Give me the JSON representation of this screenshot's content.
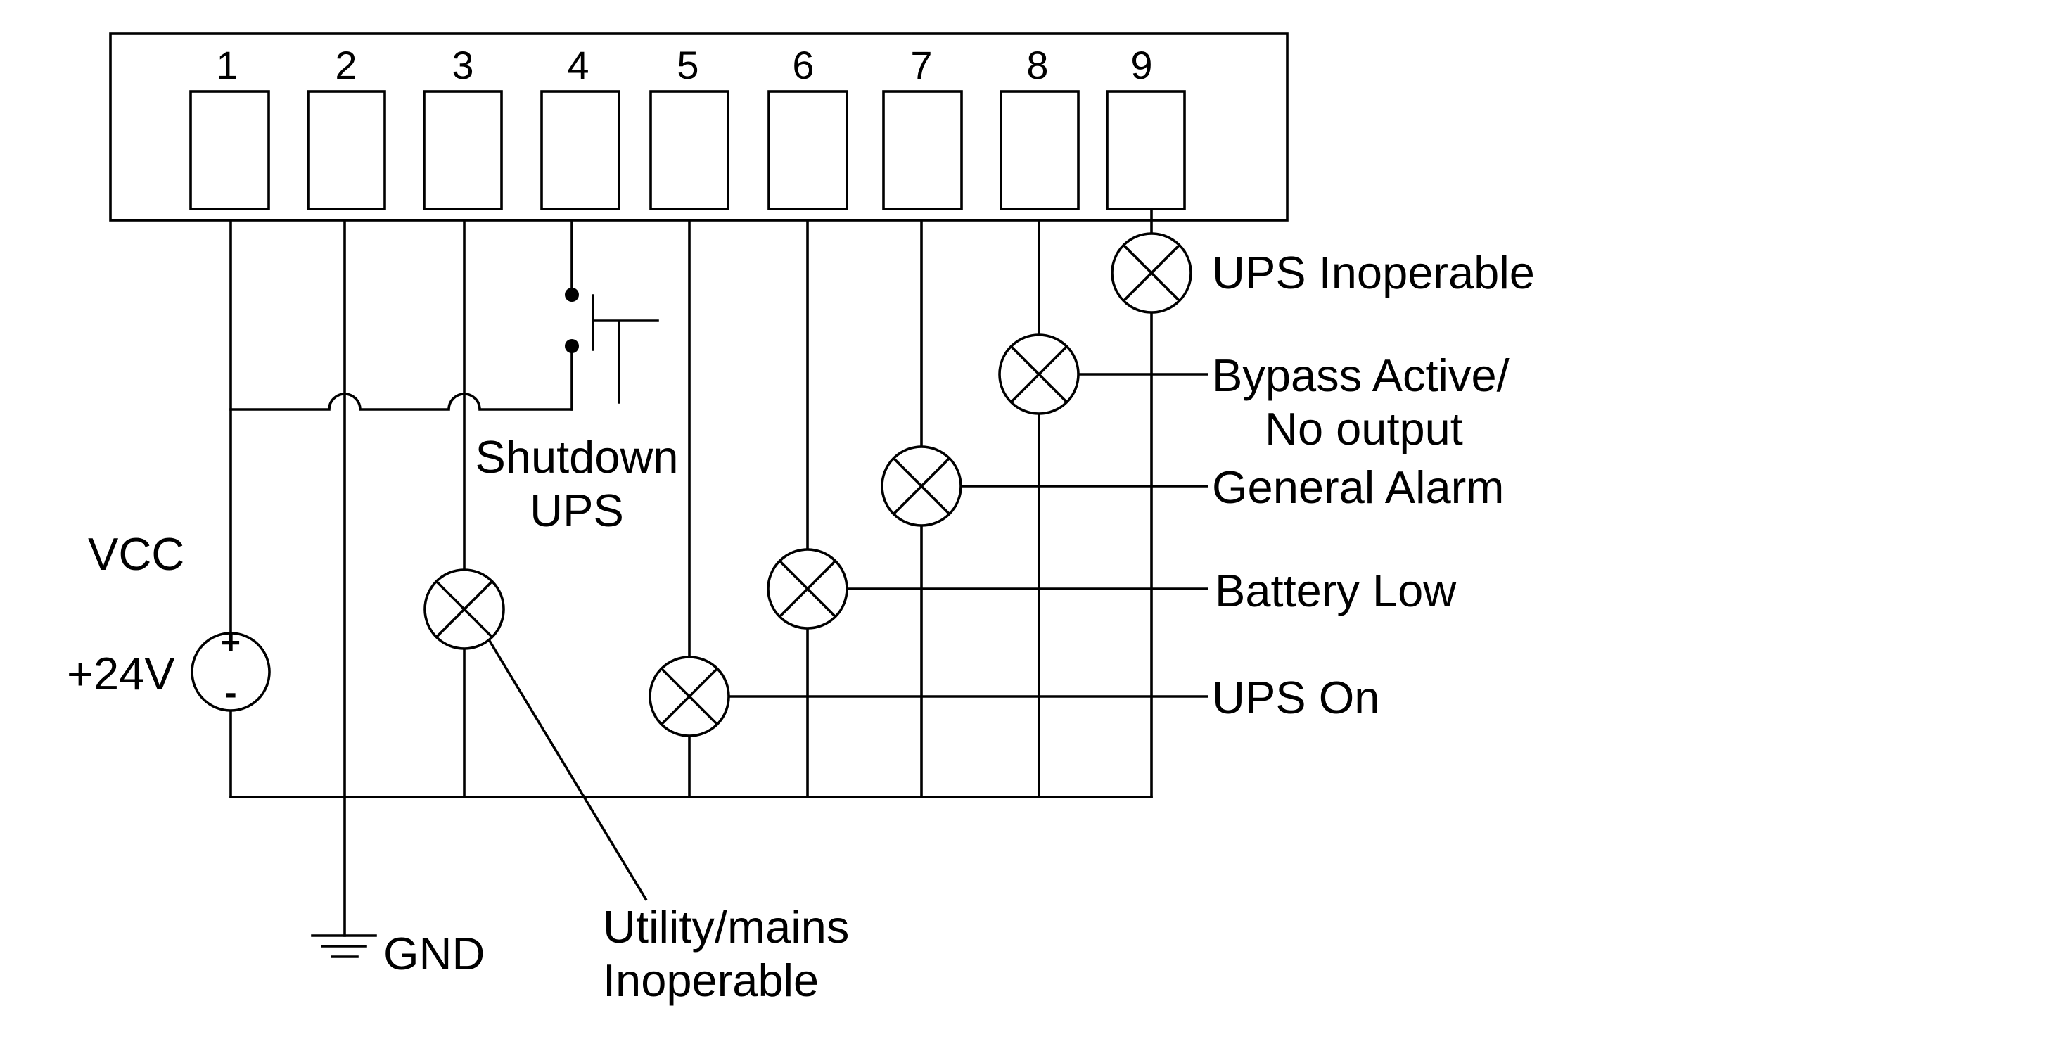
{
  "terminals": [
    "1",
    "2",
    "3",
    "4",
    "5",
    "6",
    "7",
    "8",
    "9"
  ],
  "labels": {
    "vcc": "VCC",
    "supply": "+24V",
    "supply_plus": "+",
    "supply_minus": "-",
    "gnd": "GND",
    "shutdown_line1": "Shutdown",
    "shutdown_line2": "UPS",
    "utility_line1": "Utility/mains",
    "utility_line2": "Inoperable",
    "ups_inoperable": "UPS Inoperable",
    "bypass_line1": "Bypass Active/",
    "bypass_line2": "No output",
    "general_alarm": "General Alarm",
    "battery_low": "Battery Low",
    "ups_on": "UPS On"
  },
  "colors": {
    "line": "#000000",
    "background": "#ffffff"
  }
}
